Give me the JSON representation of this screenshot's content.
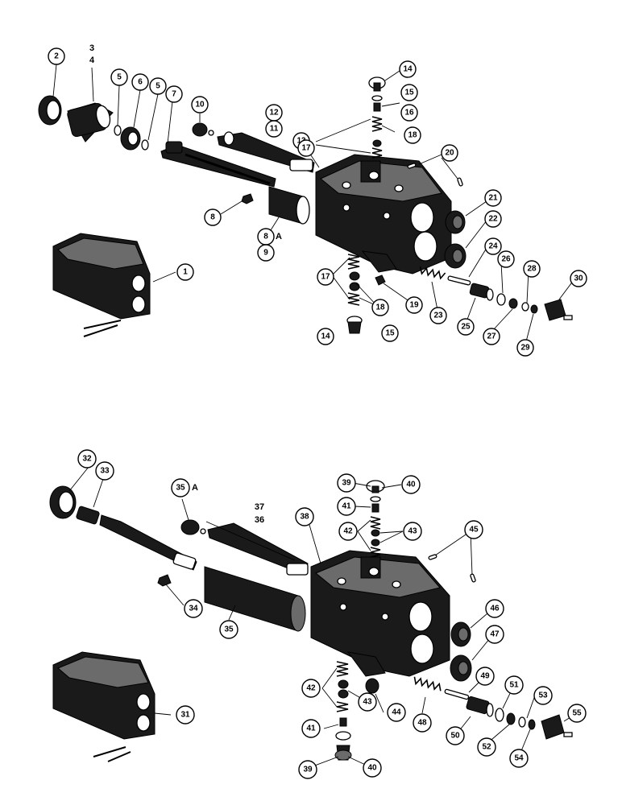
{
  "upper_assembly": {
    "callouts": [
      "1",
      "2",
      "3",
      "4",
      "5",
      "6",
      "5",
      "7",
      "10",
      "12",
      "11",
      "13",
      "14",
      "15",
      "16",
      "17",
      "18",
      "20",
      "21",
      "22",
      "24",
      "26",
      "28",
      "30",
      "8",
      "8",
      "A",
      "9",
      "17",
      "18",
      "19",
      "23",
      "25",
      "27",
      "29",
      "14",
      "15"
    ]
  },
  "lower_assembly": {
    "callouts": [
      "32",
      "33",
      "35",
      "A",
      "37",
      "36",
      "38",
      "39",
      "40",
      "41",
      "42",
      "43",
      "45",
      "34",
      "35",
      "46",
      "47",
      "49",
      "51",
      "53",
      "55",
      "42",
      "43",
      "44",
      "48",
      "50",
      "52",
      "54",
      "41",
      "39",
      "40",
      "31"
    ]
  }
}
